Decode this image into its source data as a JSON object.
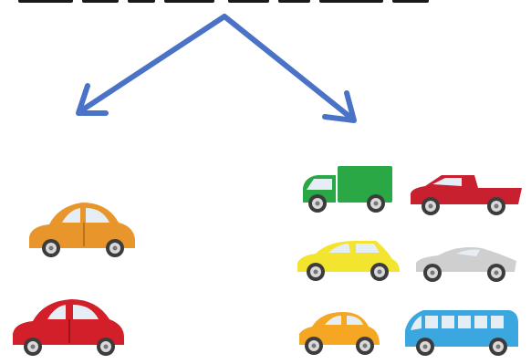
{
  "colors": {
    "arrow": "#4a72c6",
    "background": "#ffffff"
  },
  "groups": {
    "left": {
      "items": [
        {
          "kind": "beetle-car",
          "color": "#e8952c"
        },
        {
          "kind": "beetle-car",
          "color": "#d21f2a"
        }
      ]
    },
    "right": {
      "items": [
        {
          "kind": "box-truck",
          "color": "#2aa845"
        },
        {
          "kind": "pickup-truck",
          "color": "#c8202f"
        },
        {
          "kind": "hatchback-car",
          "color": "#f3e430"
        },
        {
          "kind": "sports-car",
          "color": "#cfcfcf"
        },
        {
          "kind": "small-car",
          "color": "#f5a623"
        },
        {
          "kind": "bus",
          "color": "#3aa7e0"
        }
      ]
    }
  }
}
